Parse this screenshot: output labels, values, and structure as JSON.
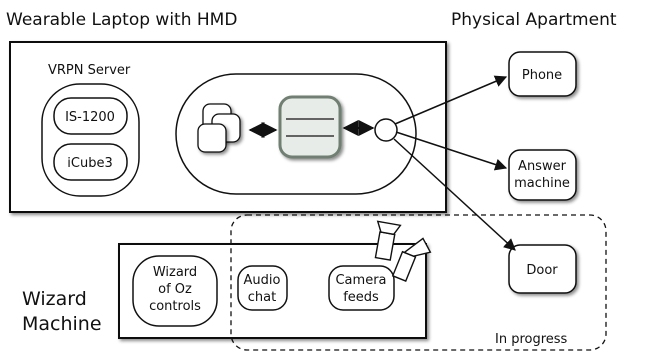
{
  "titles": {
    "laptop": "Wearable Laptop with HMD",
    "apartment": "Physical Apartment",
    "wizard_line1": "Wizard",
    "wizard_line2": "Machine"
  },
  "vrpn": {
    "label": "VRPN Server",
    "trackers": [
      "IS-1200",
      "iCube3"
    ]
  },
  "devices": {
    "phone": "Phone",
    "answer_line1": "Answer",
    "answer_line2": "machine",
    "door": "Door"
  },
  "wizard": {
    "controls_line1": "Wizard",
    "controls_line2": "of Oz",
    "controls_line3": "controls",
    "audio_line1": "Audio",
    "audio_line2": "chat",
    "camera_line1": "Camera",
    "camera_line2": "feeds"
  },
  "in_progress": "In progress",
  "colors": {
    "stroke": "#111111",
    "center_fill": "#e8ece8",
    "center_border": "#6f7f72"
  }
}
